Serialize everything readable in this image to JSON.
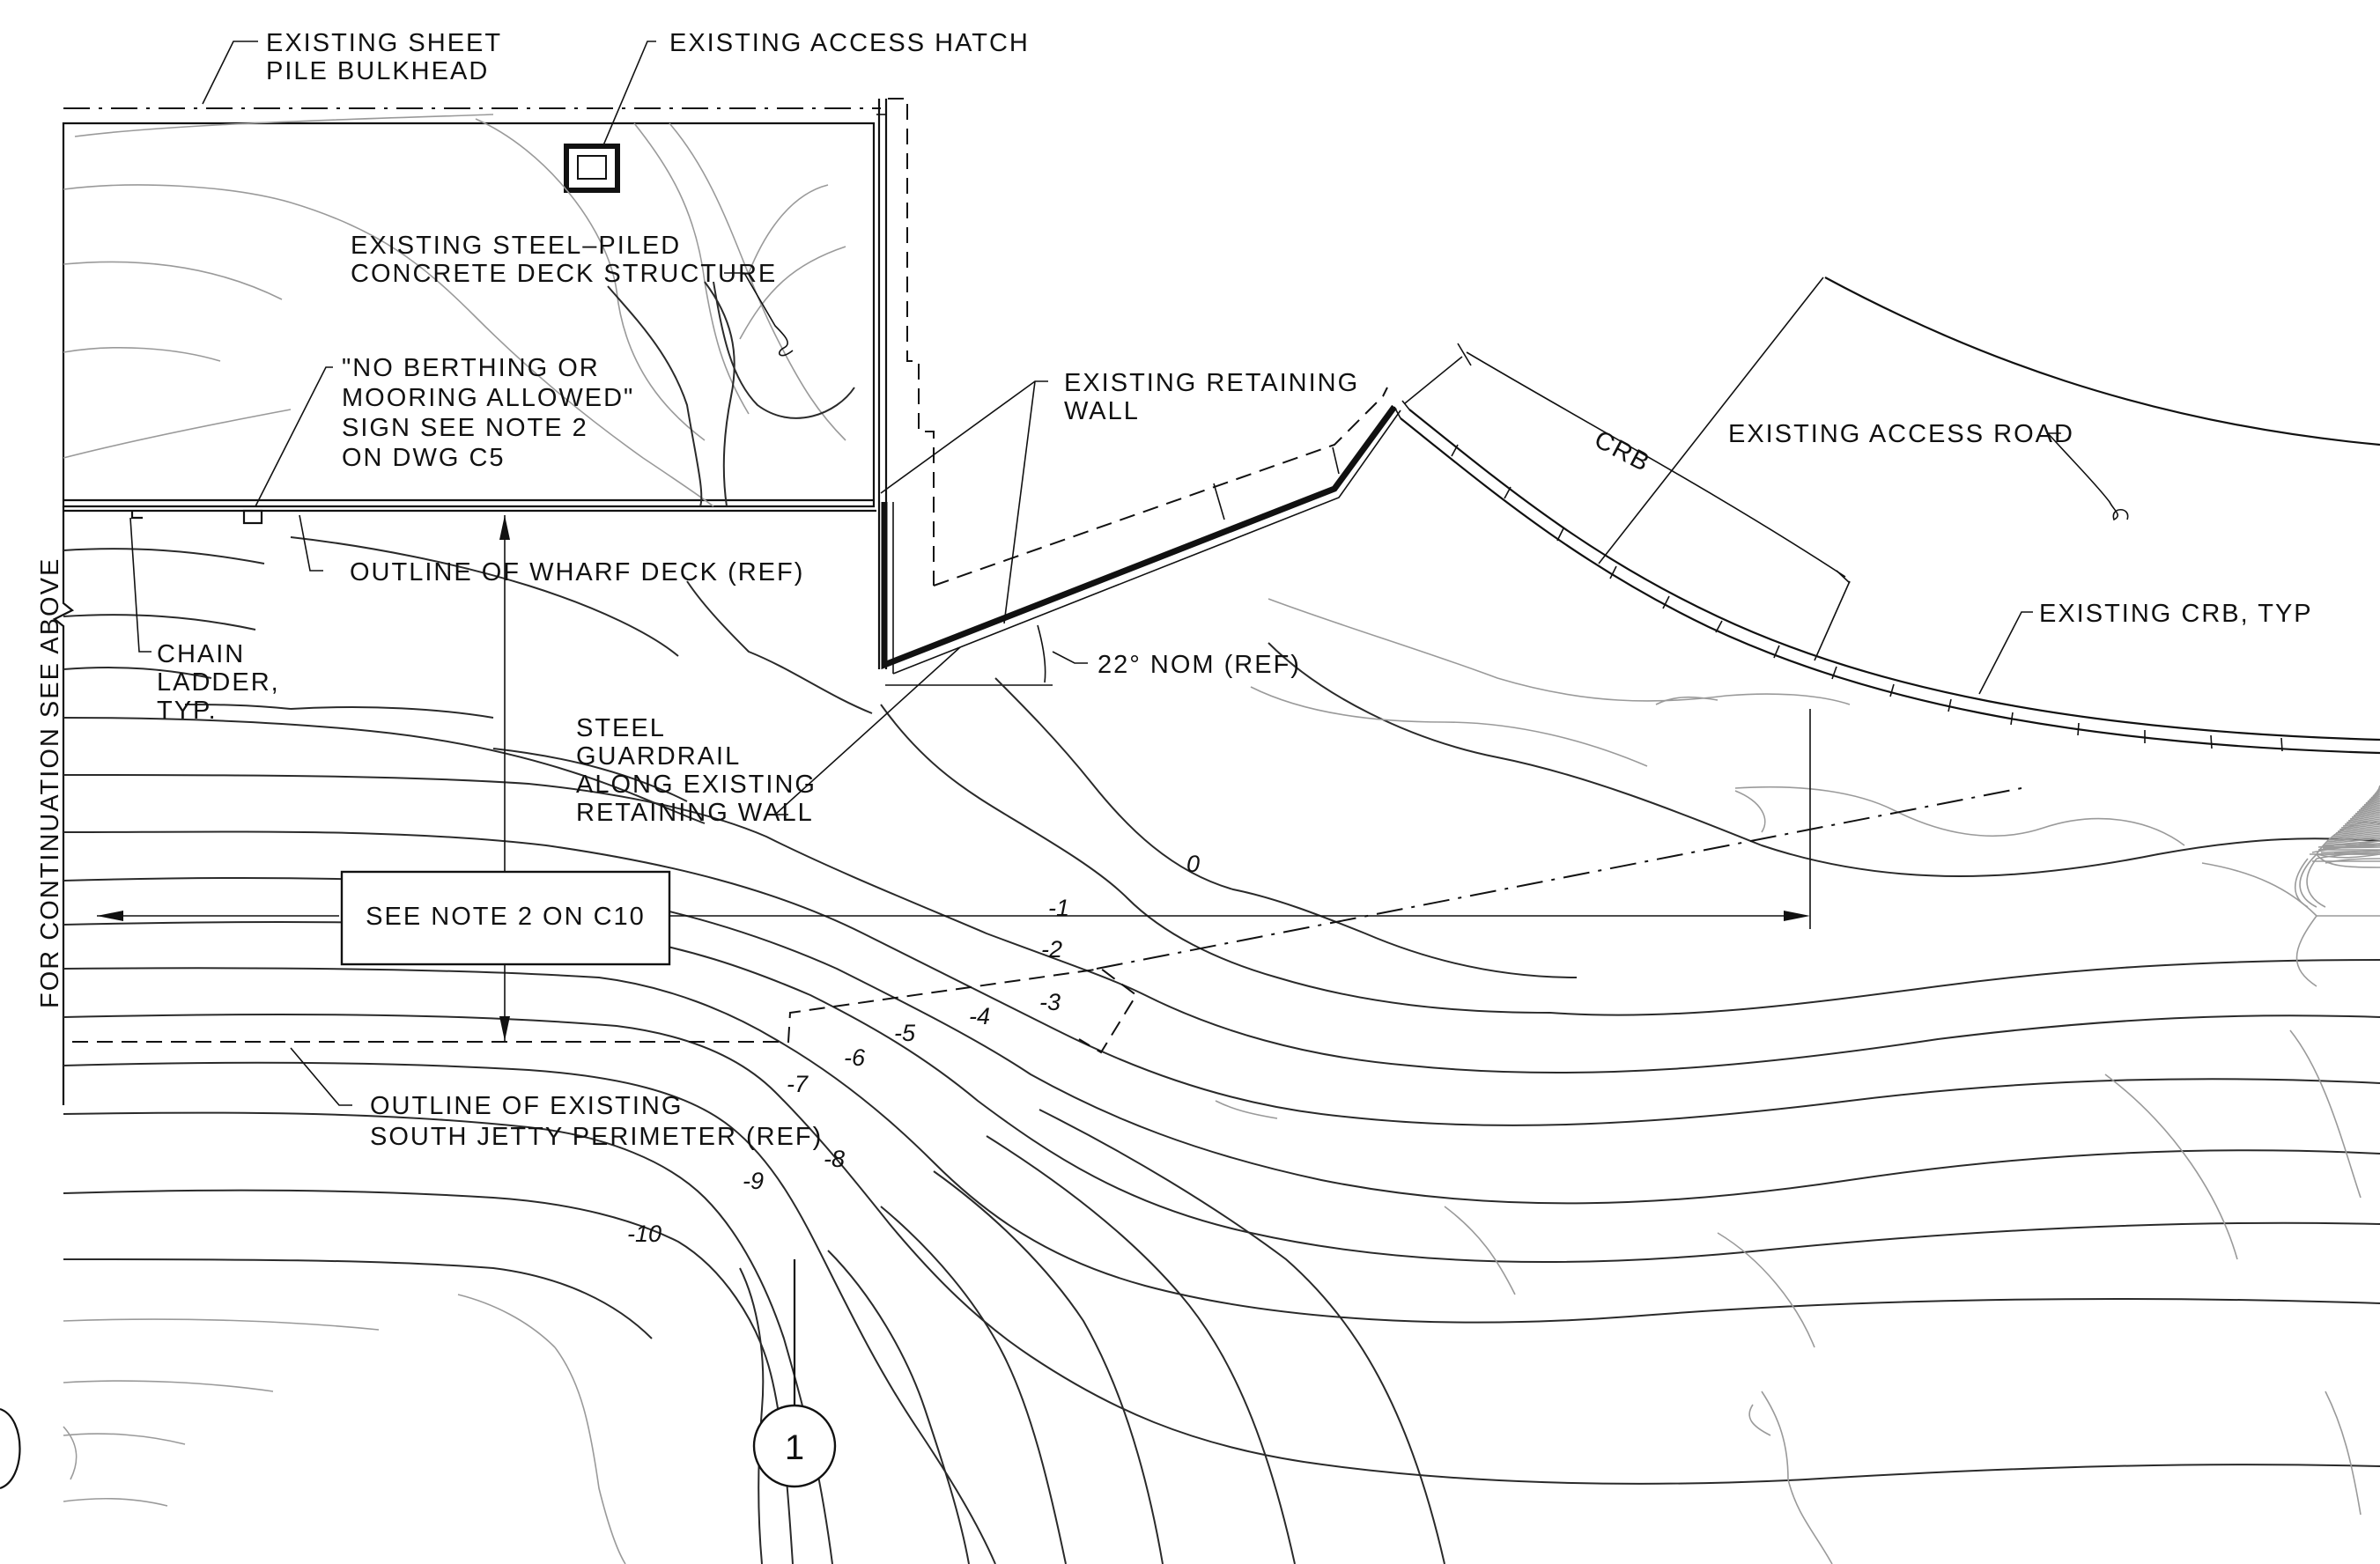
{
  "labels": {
    "sheet_pile_1": "EXISTING SHEET",
    "sheet_pile_2": "PILE BULKHEAD",
    "access_hatch": "EXISTING ACCESS HATCH",
    "deck_structure_1": "EXISTING STEEL–PILED",
    "deck_structure_2": "CONCRETE DECK STRUCTURE",
    "no_berthing_1": "\"NO BERTHING OR",
    "no_berthing_2": "MOORING ALLOWED\"",
    "no_berthing_3": "SIGN SEE NOTE 2",
    "no_berthing_4": "ON DWG C5",
    "retaining_wall_1": "EXISTING RETAINING",
    "retaining_wall_2": "WALL",
    "crb": "CRB",
    "access_road": "EXISTING ACCESS ROAD",
    "existing_crb": "EXISTING CRB, TYP",
    "wharf_deck": "OUTLINE OF WHARF DECK (REF)",
    "chain_ladder_1": "CHAIN",
    "chain_ladder_2": "LADDER,",
    "chain_ladder_3": "TYP.",
    "angle": "22° NOM (REF)",
    "guardrail_1": "STEEL",
    "guardrail_2": "GUARDRAIL",
    "guardrail_3": "ALONG EXISTING",
    "guardrail_4": "RETAINING WALL",
    "see_note": "SEE NOTE 2 ON C10",
    "continuation": "FOR CONTINUATION SEE ABOVE",
    "jetty_1": "OUTLINE OF EXISTING",
    "jetty_2": "SOUTH JETTY PERIMETER (REF)",
    "section_marker": "1"
  },
  "contours": {
    "c0": "0",
    "c1": "-1",
    "c2": "-2",
    "c3": "-3",
    "c4": "-4",
    "c5": "-5",
    "c6": "-6",
    "c7": "-7",
    "c8": "-8",
    "c9": "-9",
    "c10": "-10"
  }
}
